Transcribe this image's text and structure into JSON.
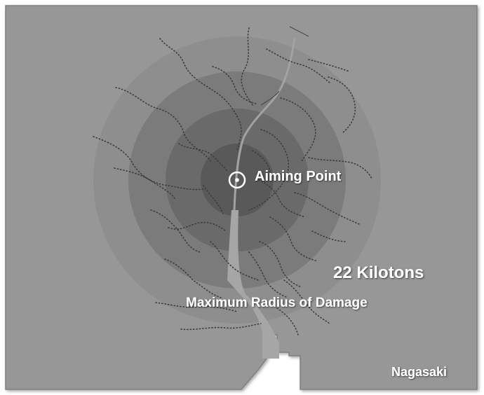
{
  "map": {
    "city_label": "Nagasaki",
    "aiming_point_label": "Aiming Point",
    "yield_label": "22 Kilotons",
    "radius_label": "Maximum Radius of Damage",
    "aiming_point_icon": "target-icon",
    "colors": {
      "land": "#979797",
      "ring_outer": "#8e8e8e",
      "ring_2": "#7b7b7b",
      "ring_3": "#6a6a6a",
      "ring_center": "#595959",
      "river": "#a6a6a6",
      "label": "#ffffff",
      "roads": "#3c3c3c"
    }
  }
}
